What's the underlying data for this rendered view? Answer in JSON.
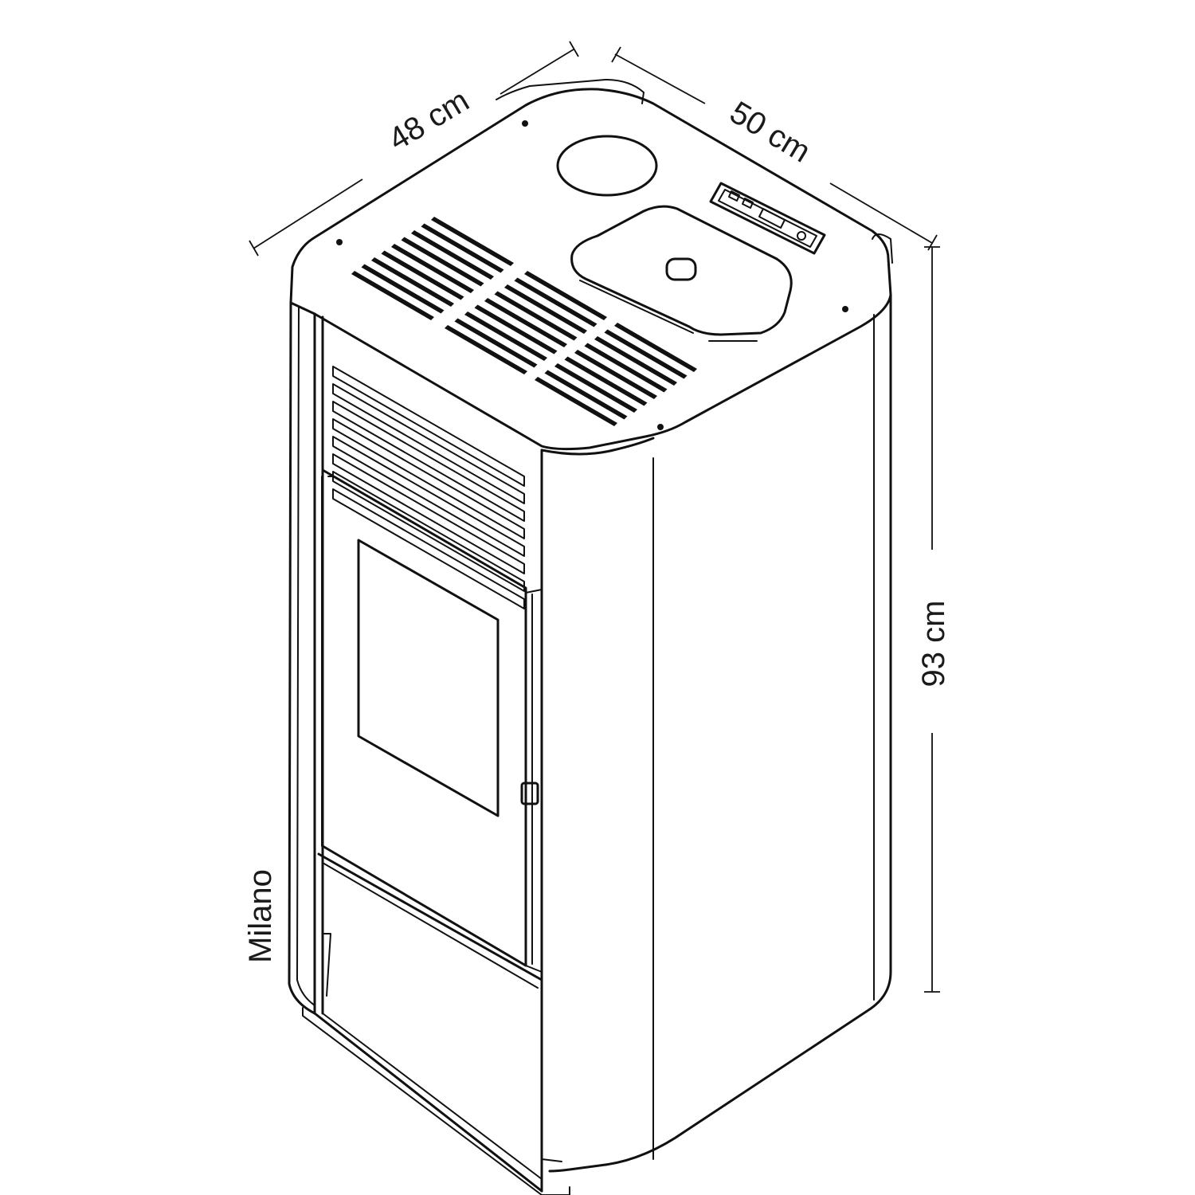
{
  "diagram": {
    "model_name": "Milano",
    "dimensions": {
      "depth": "48 cm",
      "width": "50 cm",
      "height": "93 cm"
    },
    "colors": {
      "line": "#111111",
      "background": "#ffffff"
    }
  }
}
